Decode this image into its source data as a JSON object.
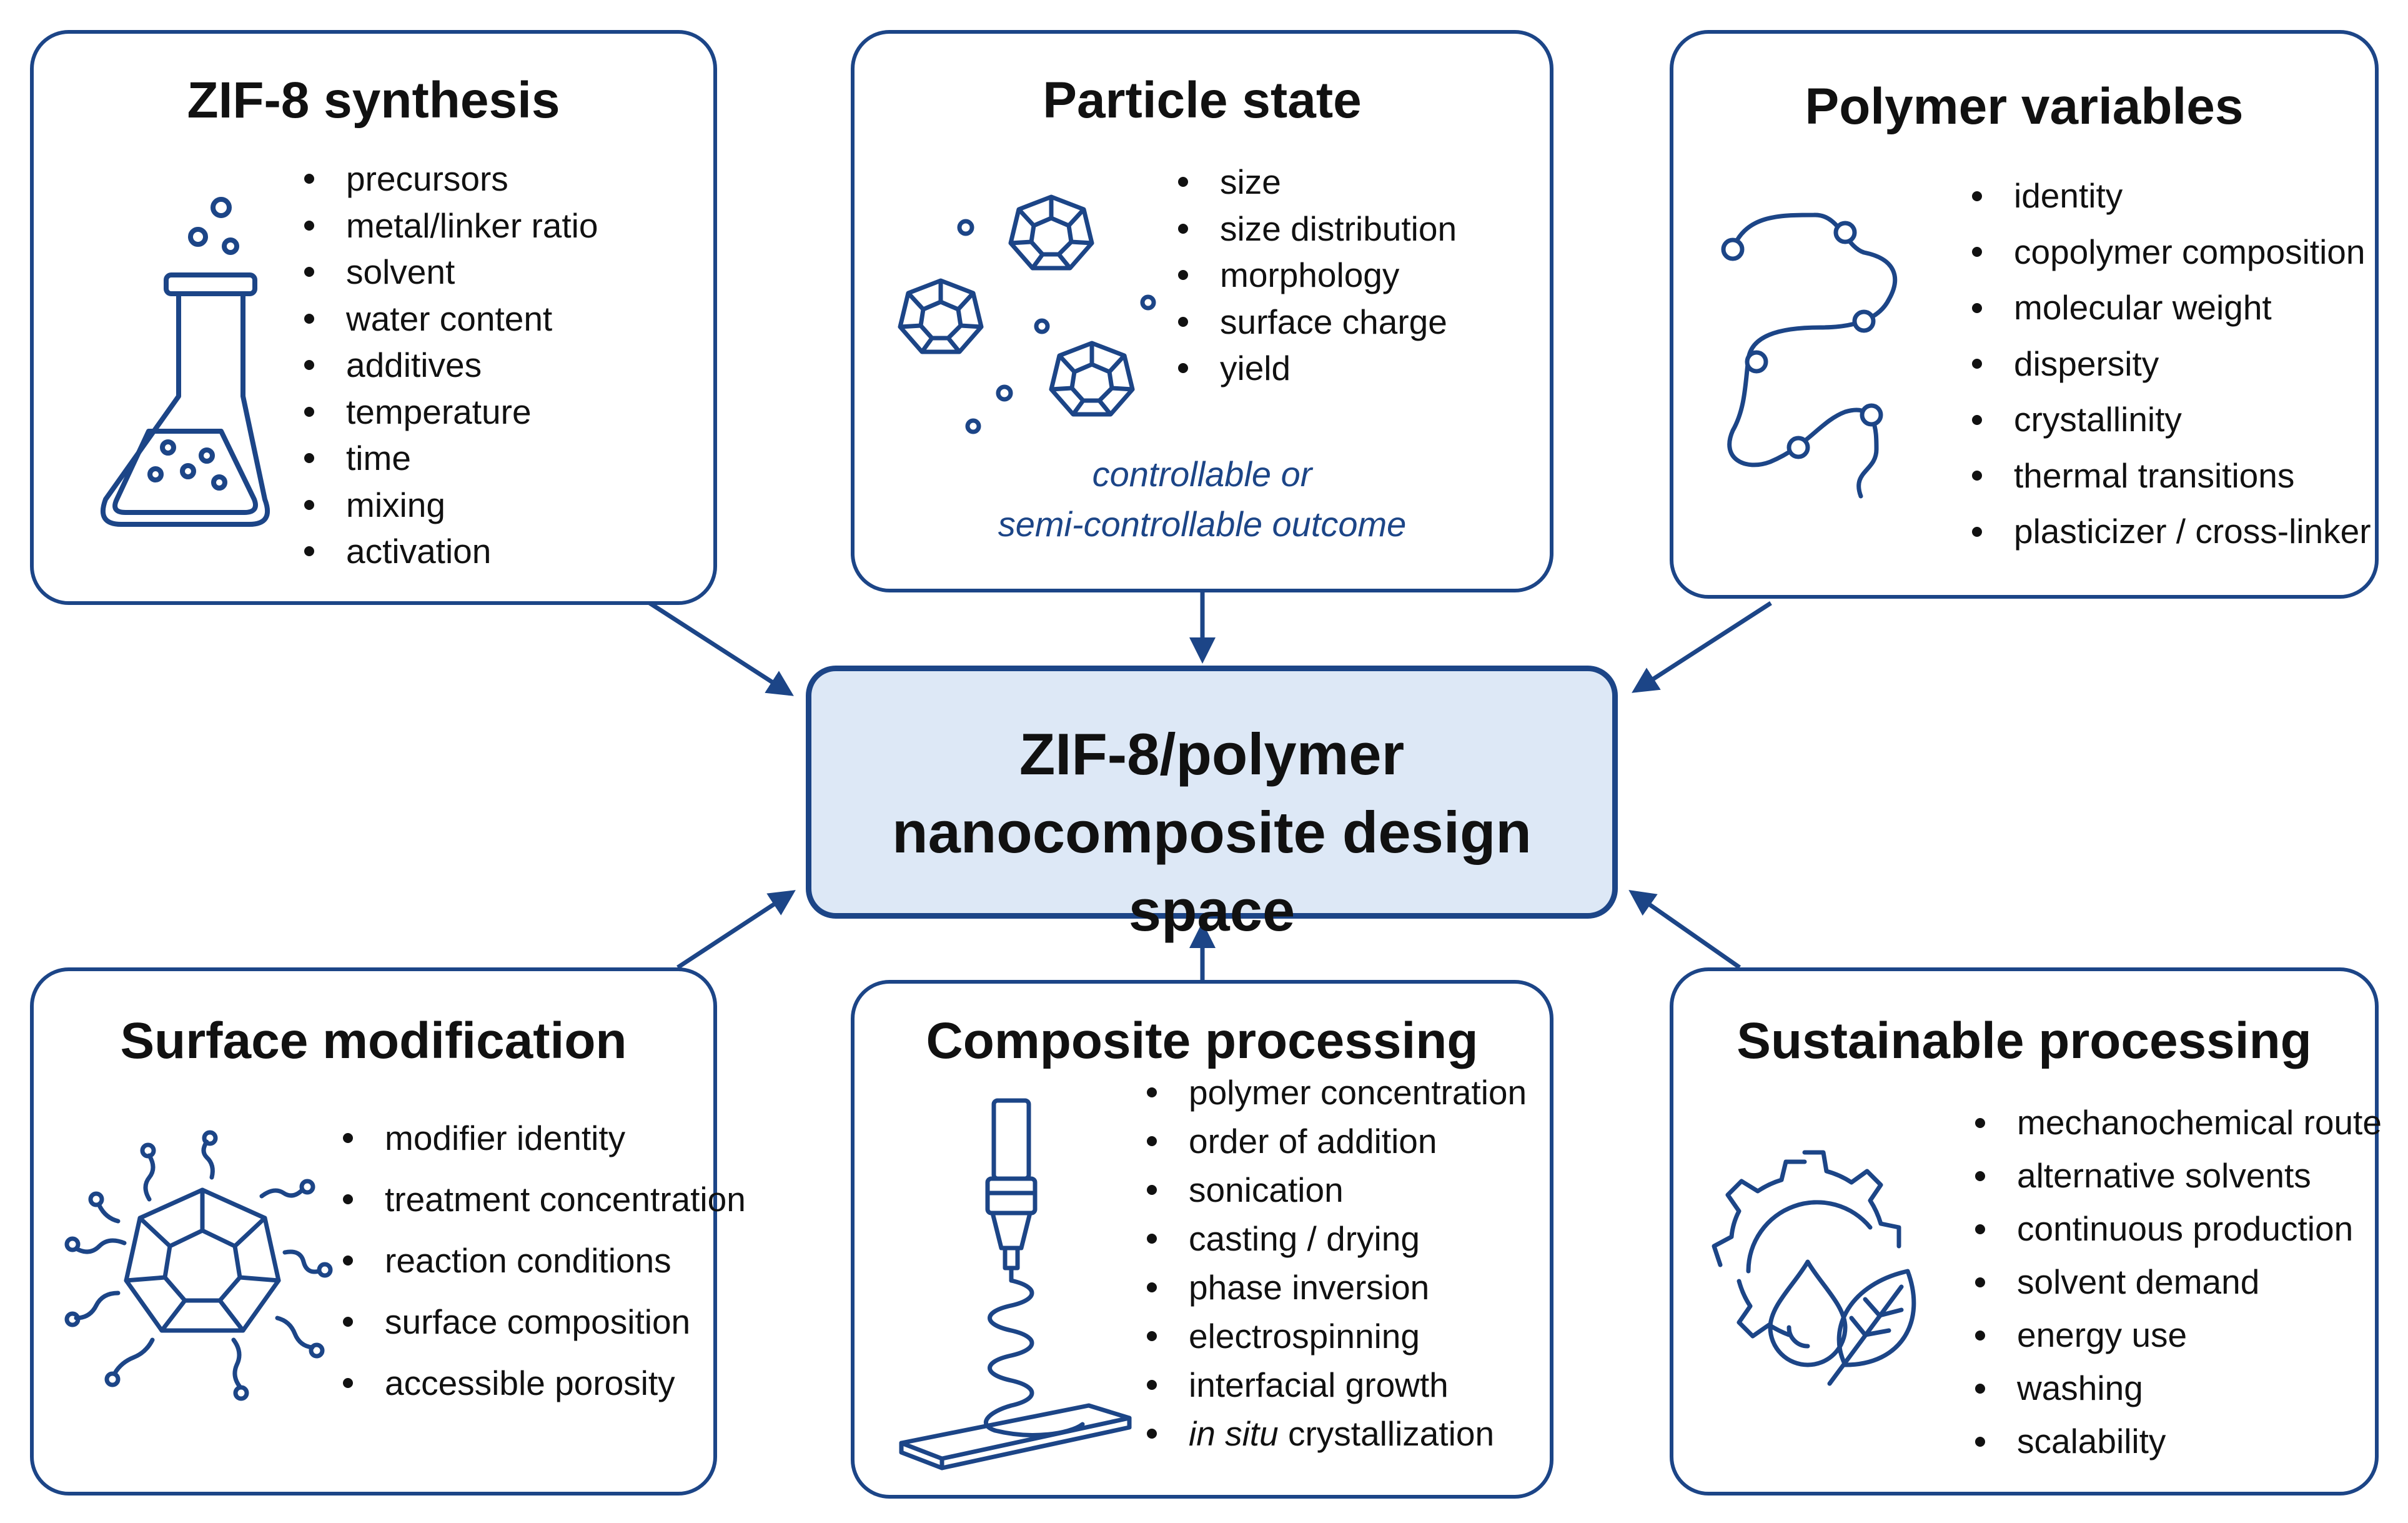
{
  "center": {
    "line1": "ZIF-8/polymer",
    "line2": "nanocomposite design space"
  },
  "boxes": {
    "zif8_synthesis": {
      "title": "ZIF-8 synthesis",
      "icon": "flask-icon",
      "items": [
        "precursors",
        "metal/linker ratio",
        "solvent",
        "water content",
        "additives",
        "temperature",
        "time",
        "mixing",
        "activation"
      ]
    },
    "particle_state": {
      "title": "Particle state",
      "icon": "crystal-particles-icon",
      "items": [
        "size",
        "size distribution",
        "morphology",
        "surface charge",
        "yield"
      ],
      "note_line1": "controllable or",
      "note_line2": "semi-controllable outcome"
    },
    "polymer_variables": {
      "title": "Polymer variables",
      "icon": "polymer-chain-icon",
      "items": [
        "identity",
        "copolymer composition",
        "molecular weight",
        "dispersity",
        "crystallinity",
        "thermal transitions",
        "plasticizer / cross-linker"
      ]
    },
    "surface_modification": {
      "title": "Surface modification",
      "icon": "modified-crystal-icon",
      "items": [
        "modifier identity",
        "treatment concentration",
        "reaction conditions",
        "surface composition",
        "accessible porosity"
      ]
    },
    "composite_processing": {
      "title": "Composite processing",
      "icon": "electrospinning-nozzle-icon",
      "items": [
        "polymer concentration",
        "order of addition",
        "sonication",
        "casting / drying",
        "phase inversion",
        "electrospinning",
        "interfacial growth"
      ],
      "last_item_italic": "in situ",
      "last_item_rest": " crystallization"
    },
    "sustainable_processing": {
      "title": "Sustainable processing",
      "icon": "gear-drop-leaf-icon",
      "items": [
        "mechanochemical route",
        "alternative solvents",
        "continuous production",
        "solvent demand",
        "energy use",
        "washing",
        "scalability"
      ]
    }
  },
  "colors": {
    "accent": "#1c4587",
    "center_fill": "#dde8f6",
    "text": "#111111"
  }
}
